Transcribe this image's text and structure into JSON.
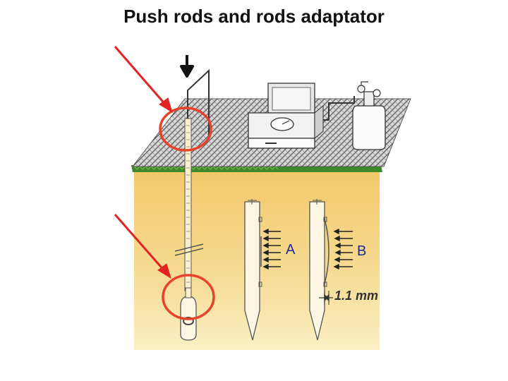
{
  "title": "Push rods and rods adaptator",
  "labels": {
    "blade_a": "A",
    "blade_b": "B",
    "expansion": "1.1 mm"
  },
  "colors": {
    "highlight": "#e8422a",
    "arrow": "#e32222",
    "grass": "#3e8a2a",
    "soil": "#f3cf7b"
  }
}
